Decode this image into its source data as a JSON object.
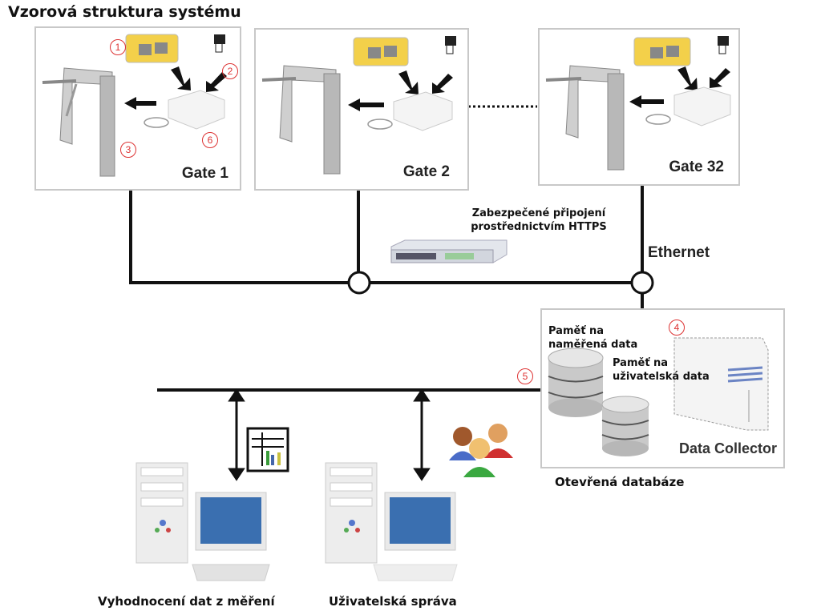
{
  "title": "Vzorová struktura systému",
  "gates": [
    {
      "label": "Gate 1"
    },
    {
      "label": "Gate 2"
    },
    {
      "label": "Gate 32"
    }
  ],
  "callouts": {
    "reader": "1",
    "card": "2",
    "turnstile": "3",
    "data_collector": "4",
    "network": "5",
    "controller": "6"
  },
  "network": {
    "secure_line1": "Zabezpečené připojení",
    "secure_line2": "prostřednictvím HTTPS",
    "ethernet": "Ethernet"
  },
  "data_collector": {
    "measured_line1": "Paměť na",
    "measured_line2": "naměřená data",
    "user_line1": "Paměť na",
    "user_line2": "uživatelská data",
    "label": "Data Collector",
    "caption": "Otevřená databáze"
  },
  "workstations": [
    {
      "label": "Vyhodnocení dat z měření"
    },
    {
      "label": "Uživatelská správa"
    }
  ]
}
